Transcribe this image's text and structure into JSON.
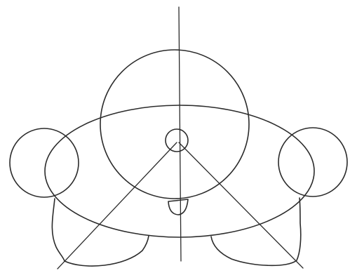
{
  "figure": {
    "kind": "construction-line drawing",
    "stroke_color": "#2b2b2b",
    "background_color": "#ffffff",
    "elements": [
      "vertical-center-line",
      "head-circle",
      "body-ellipse",
      "left-hand-circle",
      "right-hand-circle",
      "center-small-circle",
      "left-diagonal-guide",
      "right-diagonal-guide",
      "mouth-shape",
      "left-foot",
      "right-foot"
    ]
  }
}
